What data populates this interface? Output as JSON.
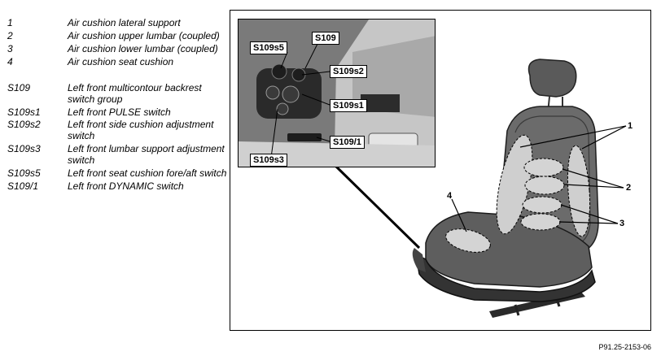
{
  "legend": [
    {
      "key": "1",
      "text": "Air cushion lateral support"
    },
    {
      "key": "2",
      "text": "Air cushion upper lumbar (coupled)"
    },
    {
      "key": "3",
      "text": "Air cushion lower lumbar (coupled)"
    },
    {
      "key": "4",
      "text": "Air cushion seat cushion"
    },
    {
      "key": "S109",
      "text": "Left front multicontour backrest switch group"
    },
    {
      "key": "S109s1",
      "text": "Left front PULSE switch"
    },
    {
      "key": "S109s2",
      "text": "Left front side cushion adjustment switch"
    },
    {
      "key": "S109s3",
      "text": "Left front lumbar support adjustment switch"
    },
    {
      "key": "S109s5",
      "text": "Left front seat cushion fore/aft switch"
    },
    {
      "key": "S109/1",
      "text": "Left front DYNAMIC switch"
    }
  ],
  "figure": {
    "callouts": {
      "s109s5": "S109s5",
      "s109": "S109",
      "s109s2": "S109s2",
      "s109s1": "S109s1",
      "s109_1": "S109/1",
      "s109s3": "S109s3"
    },
    "numbers": {
      "n1": "1",
      "n2": "2",
      "n3": "3",
      "n4": "4"
    }
  },
  "reference_code": "P91.25-2153-06"
}
